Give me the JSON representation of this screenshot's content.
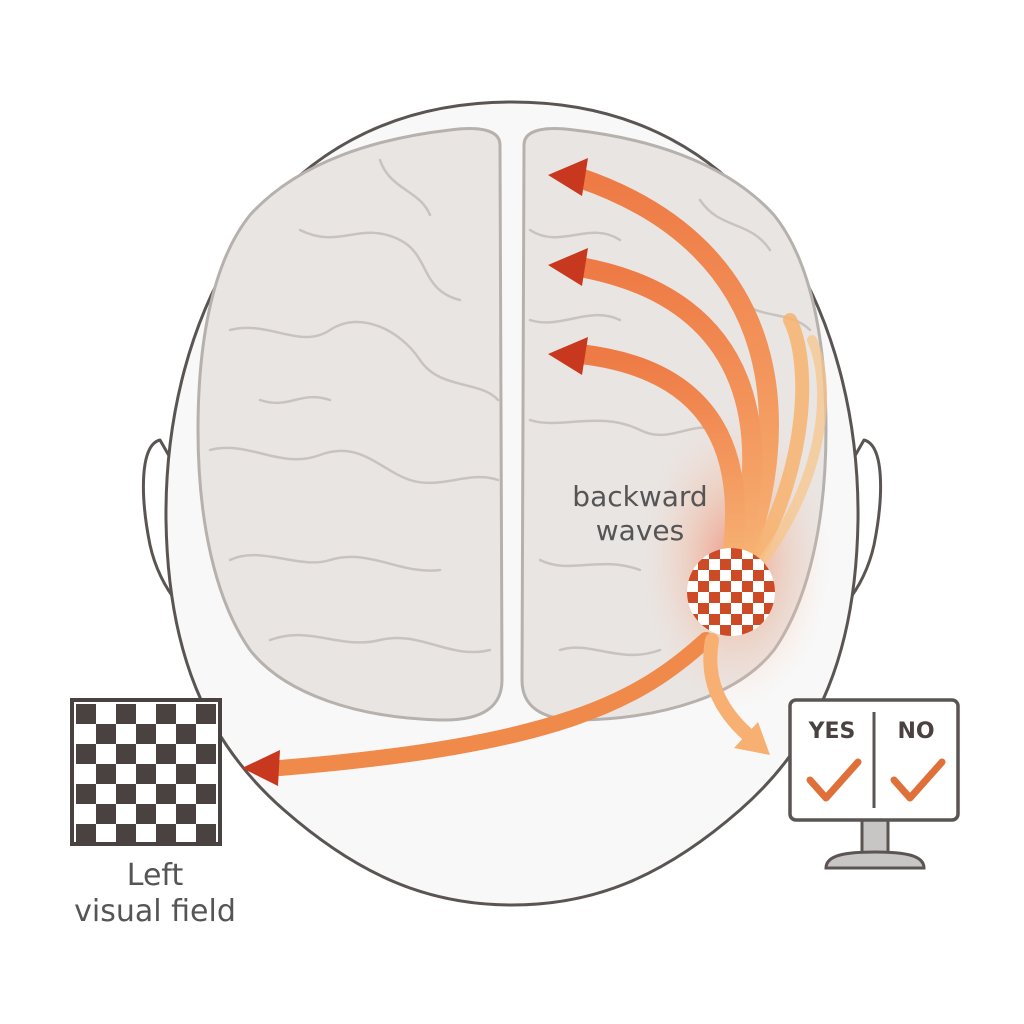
{
  "labels": {
    "backward_line1": "backward",
    "backward_line2": "waves",
    "field_line1": "Left",
    "field_line2": "visual field"
  },
  "monitor": {
    "yes": "YES",
    "no": "NO"
  },
  "colors": {
    "arrow": "#f08a4b",
    "arrowhead": "#c8381e",
    "brain_fill": "#e9e5e3",
    "brain_stroke": "#b7b1ad",
    "head_stroke": "#5a5553",
    "check": "#e0703a",
    "checker_dark": "#4a4240",
    "checker_red": "#cc4a25"
  },
  "icons": [
    "checkerboard-icon",
    "yes-no-monitor-icon",
    "checkmark-icon"
  ]
}
